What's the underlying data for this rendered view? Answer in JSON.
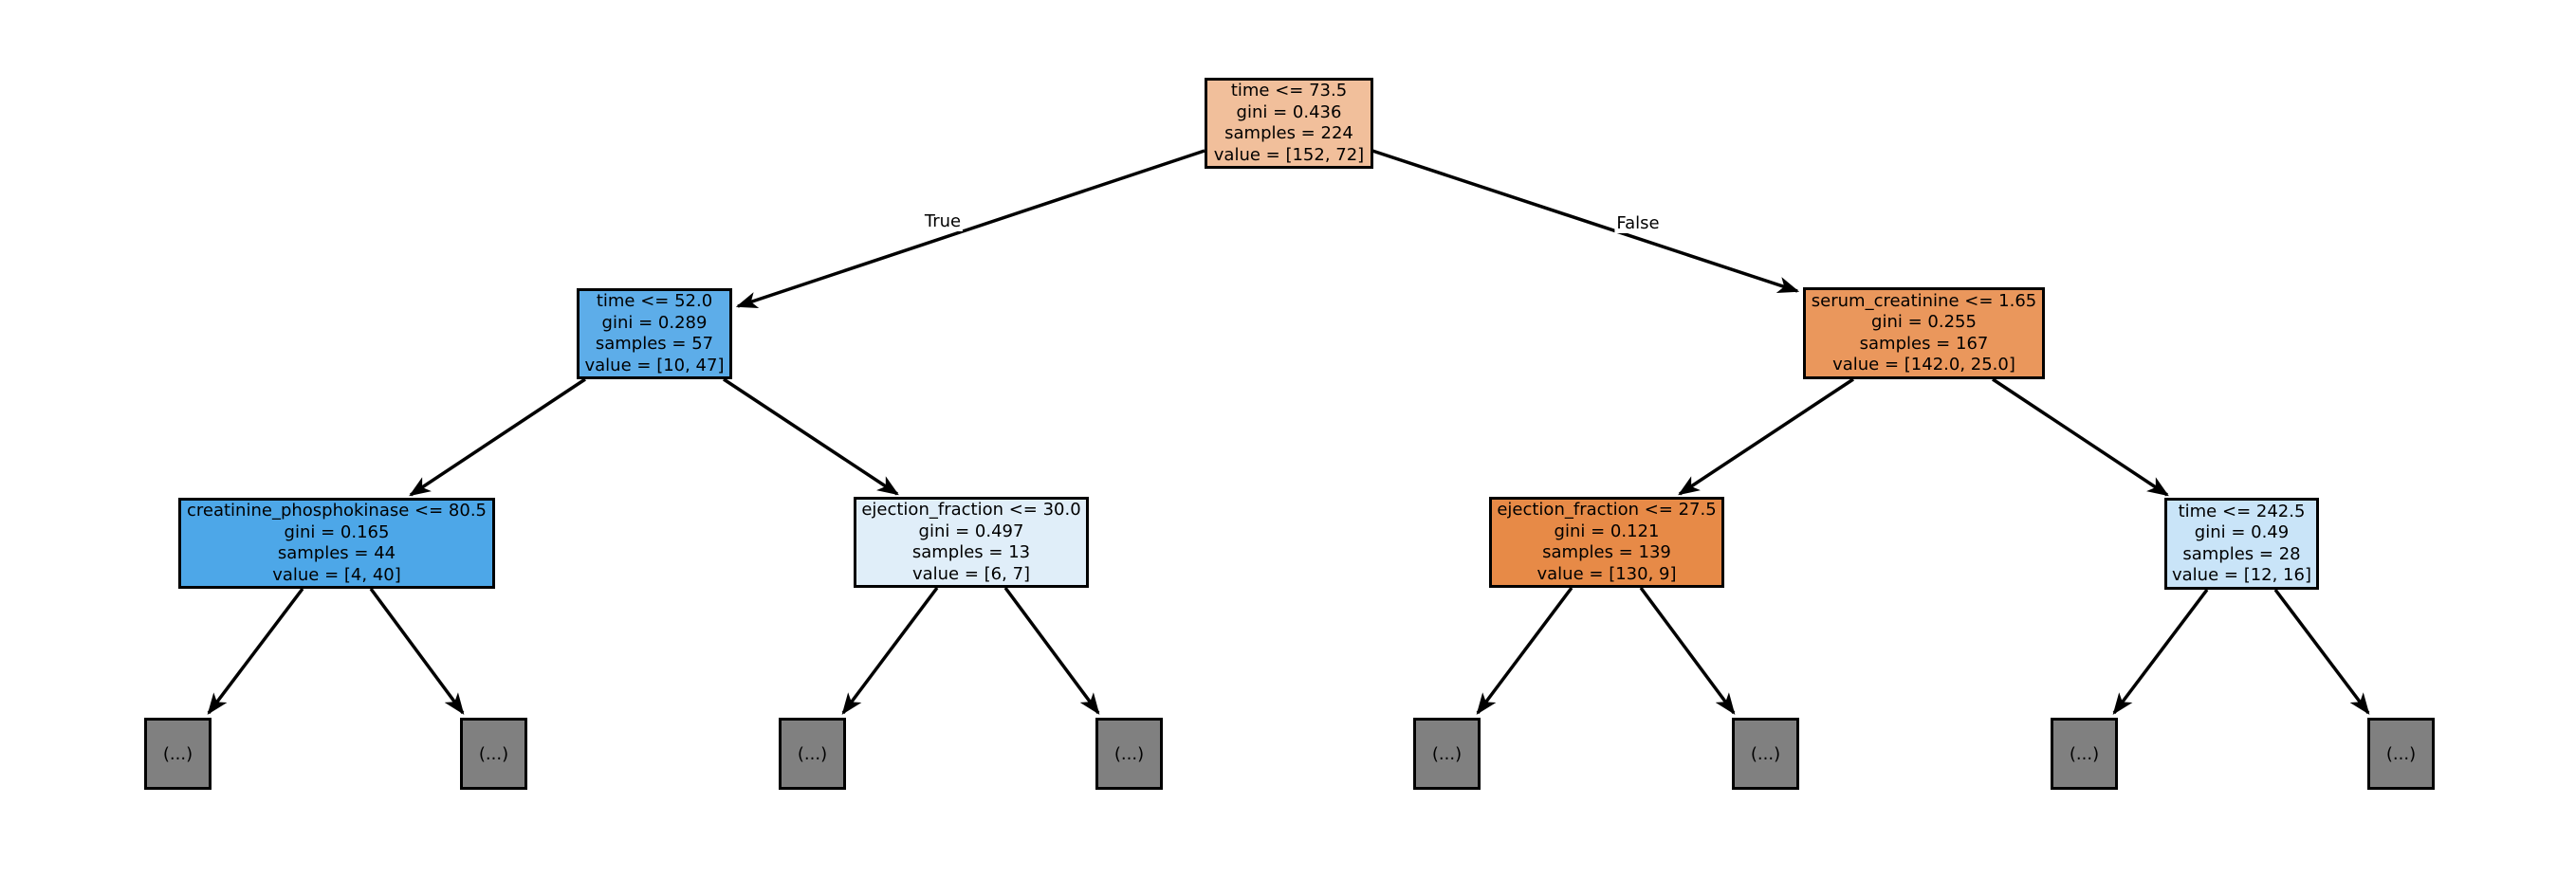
{
  "figure": {
    "background": "#ffffff",
    "line_color": "#000000",
    "edge_labels": {
      "true_branch": "True",
      "false_branch": "False"
    },
    "leaf_placeholder": "(...)",
    "leaf_color": "#808080"
  },
  "nodes": {
    "root": {
      "condition": "time <= 73.5",
      "gini": "gini = 0.436",
      "samples": "samples = 224",
      "value": "value = [152, 72]",
      "color": "#f1bf9b"
    },
    "left": {
      "condition": "time <= 52.0",
      "gini": "gini = 0.289",
      "samples": "samples = 57",
      "value": "value = [10, 47]",
      "color": "#5dade9"
    },
    "right": {
      "condition": "serum_creatinine <= 1.65",
      "gini": "gini = 0.255",
      "samples": "samples = 167",
      "value": "value = [142.0, 25.0]",
      "color": "#ea975c"
    },
    "left_left": {
      "condition": "creatinine_phosphokinase <= 80.5",
      "gini": "gini = 0.165",
      "samples": "samples = 44",
      "value": "value = [4, 40]",
      "color": "#4da7e8"
    },
    "left_right": {
      "condition": "ejection_fraction <= 30.0",
      "gini": "gini = 0.497",
      "samples": "samples = 13",
      "value": "value = [6, 7]",
      "color": "#e0eef9"
    },
    "right_left": {
      "condition": "ejection_fraction <= 27.5",
      "gini": "gini = 0.121",
      "samples": "samples = 139",
      "value": "value = [130, 9]",
      "color": "#e78a47"
    },
    "right_right": {
      "condition": "time <= 242.5",
      "gini": "gini = 0.49",
      "samples": "samples = 28",
      "value": "value = [12, 16]",
      "color": "#c9e4f8"
    }
  }
}
